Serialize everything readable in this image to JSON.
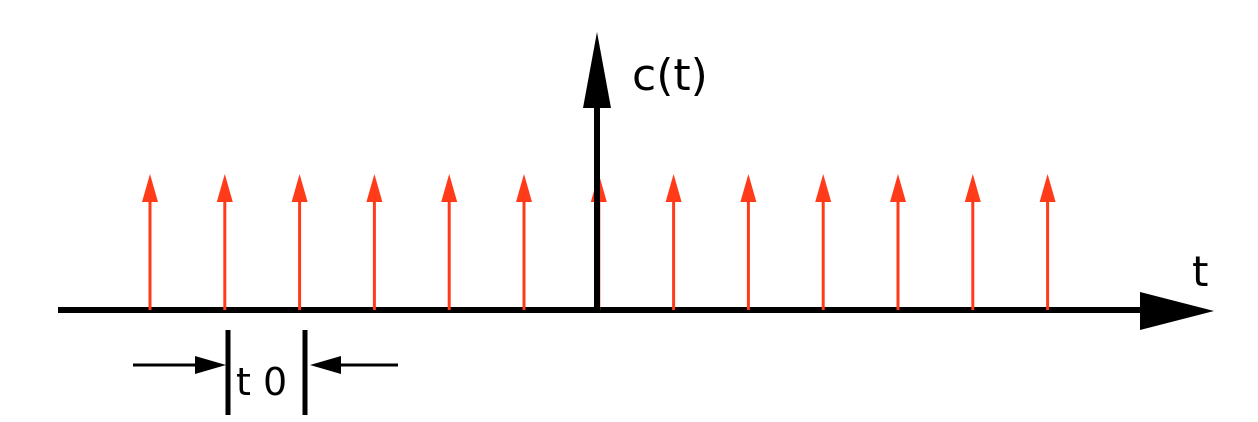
{
  "diagram": {
    "vertical_axis_label": "c(t)",
    "horizontal_axis_label": "t",
    "period_label": "t 0",
    "impulse_count": 13,
    "center_impulse_index": 6,
    "impulse_color": "#ff3b1a",
    "axis_color": "#000000",
    "background_color": "#ffffff"
  }
}
